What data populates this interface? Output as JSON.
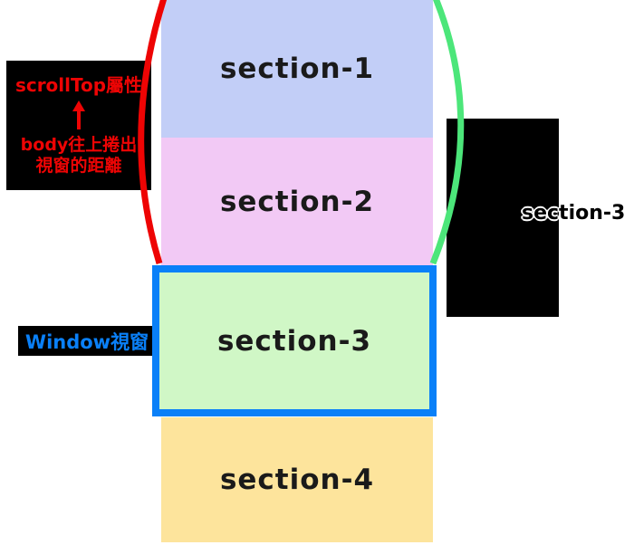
{
  "page": {
    "background": "#ffffff"
  },
  "sections": [
    {
      "label": "section-1",
      "fill": "#c2cef7"
    },
    {
      "label": "section-2",
      "fill": "#f2c9f5"
    },
    {
      "label": "section-3",
      "fill": "#d0f7c6"
    },
    {
      "label": "section-4",
      "fill": "#fde49c"
    }
  ],
  "viewport_box": {
    "border_color": "#0a80f8"
  },
  "callouts": {
    "scrolltop": {
      "bg": "#000000",
      "text_color": "#ee0404",
      "line1": "scrollTop屬性",
      "arrow_icon": "up-arrow",
      "line2": "body往上捲出",
      "line3": "視窗的距離"
    },
    "window": {
      "bg": "#000000",
      "text_color": "#0a80f8",
      "text": "Window視窗"
    },
    "section3_tag": {
      "bg": "#000000",
      "text": "section-3",
      "text_color": "#000000",
      "outline_color": "#ffffff"
    }
  },
  "brackets": {
    "left_color": "#ee0404",
    "right_color": "#4ce67a"
  }
}
